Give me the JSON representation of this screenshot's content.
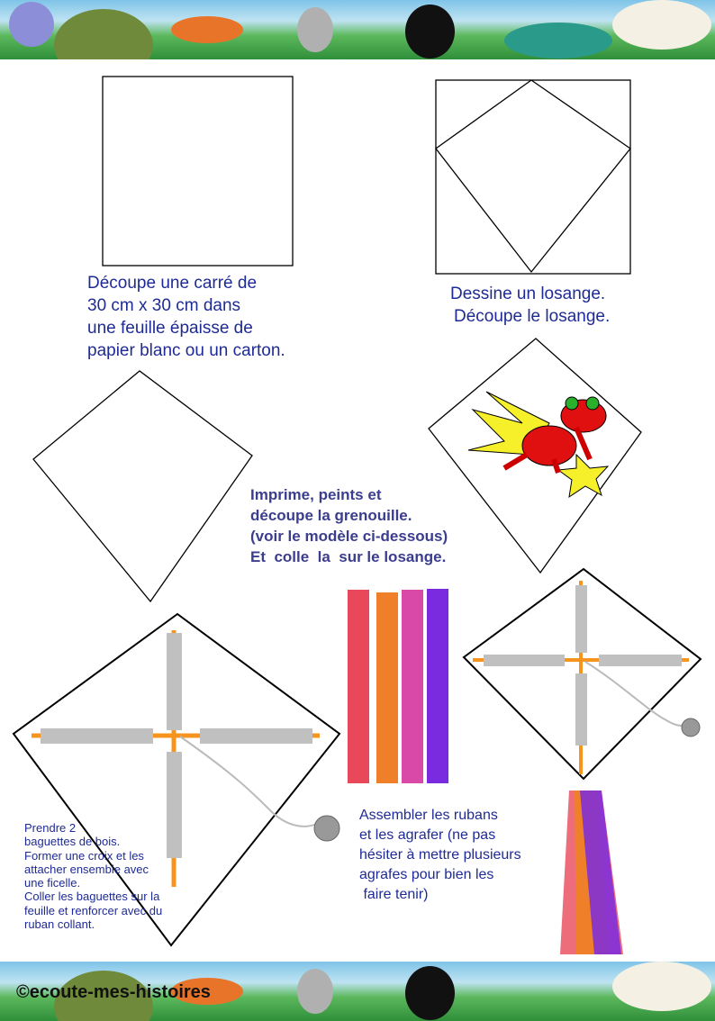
{
  "steps": {
    "step1": {
      "lines": [
        "Découpe une carré de",
        "30 cm x 30 cm dans",
        "une feuille épaisse de",
        "papier blanc ou un carton."
      ]
    },
    "step2": {
      "lines": [
        "Dessine un losange.",
        "Découpe le losange."
      ]
    },
    "step3": {
      "lines": [
        "Imprime, peints et",
        "découpe la grenouille.",
        "(voir le modèle ci-dessous)",
        "Et  colle  la  sur le losange."
      ]
    },
    "step4": {
      "lines": [
        "Prendre 2",
        "baguettes de bois.",
        "Former une croix et les",
        "attacher ensemble avec",
        "une ficelle.",
        "Coller les baguettes sur la",
        "feuille et renforcer avec du",
        "ruban collant."
      ]
    },
    "step5": {
      "lines": [
        "Assembler les rubans",
        "et les agrafer (ne pas",
        "hésiter à mettre plusieurs",
        "agrafes pour bien les",
        " faire tenir)"
      ]
    }
  },
  "footer": {
    "copyright": "©ecoute-mes-histoires"
  },
  "colors": {
    "text": "#1f2b94",
    "stick": "#c0c0c0",
    "cross": "#f7941d",
    "ribbons": [
      "#e8485a",
      "#f07f2a",
      "#d94aa8",
      "#7a2be0"
    ]
  }
}
